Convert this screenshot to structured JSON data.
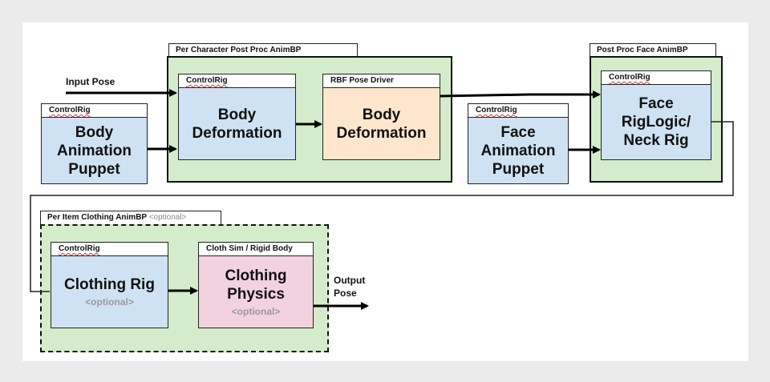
{
  "labels": {
    "input_pose": "Input Pose",
    "output_pose_line1": "Output",
    "output_pose_line2": "Pose"
  },
  "groups": {
    "per_character": {
      "title": "Per Character Post Proc AnimBP"
    },
    "post_proc_face": {
      "title": "Post Proc Face AnimBP"
    },
    "per_item_clothing": {
      "title": "Per Item Clothing AnimBP",
      "optional": "<optional>"
    }
  },
  "nodes": {
    "body_animation_puppet": {
      "header": "ControlRig",
      "line1": "Body",
      "line2": "Animation",
      "line3": "Puppet"
    },
    "body_deformation_cr": {
      "header": "ControlRig",
      "line1": "Body",
      "line2": "Deformation"
    },
    "body_deformation_rbf": {
      "header": "RBF Pose Driver",
      "line1": "Body",
      "line2": "Deformation"
    },
    "face_animation_puppet": {
      "header": "ControlRig",
      "line1": "Face",
      "line2": "Animation",
      "line3": "Puppet"
    },
    "face_riglogic": {
      "header": "ControlRig",
      "line1": "Face",
      "line2": "RigLogic/",
      "line3": "Neck Rig"
    },
    "clothing_rig": {
      "header": "ControlRig",
      "line1": "Clothing Rig",
      "optional": "<optional>"
    },
    "clothing_physics": {
      "header": "Cloth Sim / Rigid Body",
      "line1": "Clothing",
      "line2": "Physics",
      "optional": "<optional>"
    }
  },
  "colors": {
    "group_fill": "#d4eccb",
    "node_blue": "#cfe2f3",
    "node_orange": "#fde6cc",
    "node_pink": "#f3d2e0"
  }
}
